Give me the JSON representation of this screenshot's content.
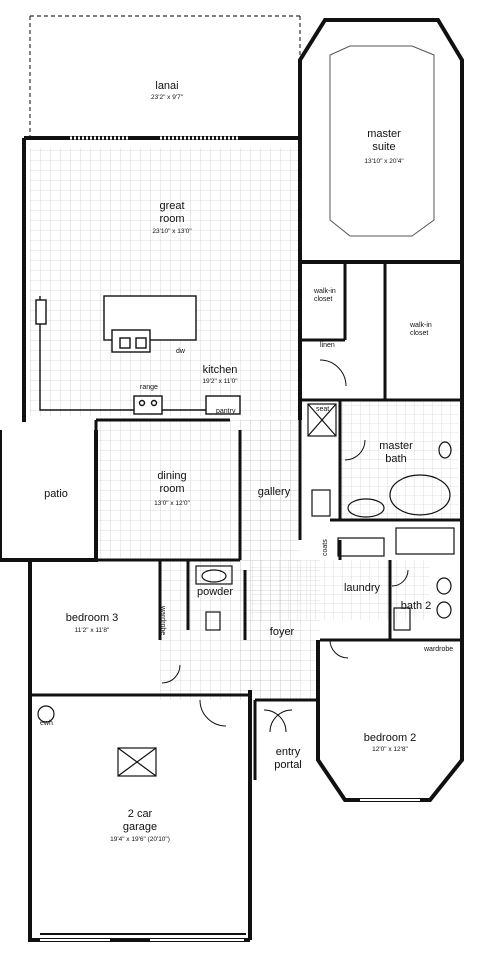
{
  "rooms": {
    "lanai": {
      "name": "lanai",
      "dim": "23'2\" x 9'7\""
    },
    "master_suite": {
      "name": "master suite",
      "dim": "13'10\" x 20'4\""
    },
    "great_room": {
      "name": "great room",
      "dim": "23'10\" x 13'0\""
    },
    "kitchen": {
      "name": "kitchen",
      "dim": "19'2\" x 11'0\""
    },
    "dining_room": {
      "name": "dining room",
      "dim": "13'0\" x 12'0\""
    },
    "gallery": {
      "name": "gallery"
    },
    "patio": {
      "name": "patio"
    },
    "master_bath": {
      "name": "master bath"
    },
    "bedroom3": {
      "name": "bedroom 3",
      "dim": "11'2\" x 11'8\""
    },
    "powder": {
      "name": "powder"
    },
    "foyer": {
      "name": "foyer"
    },
    "laundry": {
      "name": "laundry"
    },
    "bath2": {
      "name": "bath 2"
    },
    "bedroom2": {
      "name": "bedroom 2",
      "dim": "12'0\" x 12'8\""
    },
    "entry_portal": {
      "name": "entry portal"
    },
    "garage": {
      "name": "2 car garage",
      "dim": "19'4\" x 19'6\" (20'10\")"
    }
  },
  "small_labels": {
    "walkin_closet_left": "walk-in closet",
    "walkin_closet_right": "walk-in closet",
    "linen": "linen",
    "seat": "seat",
    "range": "range",
    "pantry": "pantry",
    "dw": "dw",
    "wardrobe_bed3": "wardrobe",
    "wardrobe_bed2": "wardrobe",
    "coats": "coats",
    "ewh": "ewh"
  }
}
